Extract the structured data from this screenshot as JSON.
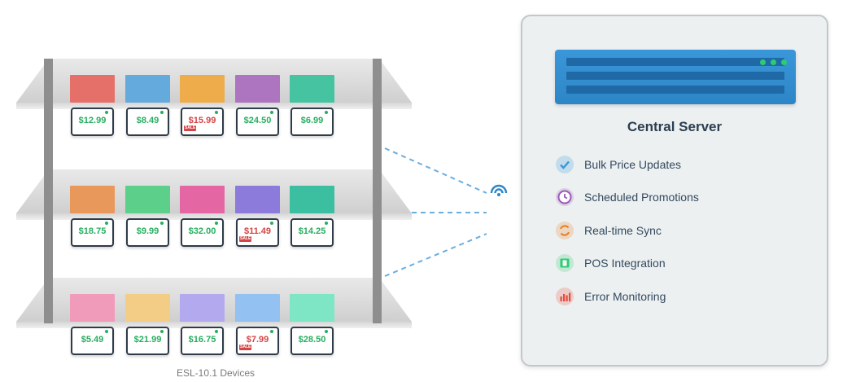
{
  "shelf": {
    "label": "ESL-10.1 Devices",
    "rows": [
      {
        "items": [
          {
            "price": "$12.99",
            "color": "#e5706a",
            "sale": false
          },
          {
            "price": "$8.49",
            "color": "#65aadc",
            "sale": false
          },
          {
            "price": "$15.99",
            "color": "#eeac4b",
            "sale": true
          },
          {
            "price": "$24.50",
            "color": "#ad75bf",
            "sale": false
          },
          {
            "price": "$6.99",
            "color": "#46c3a1",
            "sale": false
          }
        ]
      },
      {
        "items": [
          {
            "price": "$18.75",
            "color": "#e8985b",
            "sale": false
          },
          {
            "price": "$9.99",
            "color": "#5ccf8a",
            "sale": false
          },
          {
            "price": "$32.00",
            "color": "#e467a4",
            "sale": false
          },
          {
            "price": "$11.49",
            "color": "#8c7bdb",
            "sale": true
          },
          {
            "price": "$14.25",
            "color": "#3bbfa0",
            "sale": false
          }
        ]
      },
      {
        "items": [
          {
            "price": "$5.49",
            "color": "#f19bbb",
            "sale": false
          },
          {
            "price": "$21.99",
            "color": "#f3cd86",
            "sale": false
          },
          {
            "price": "$16.75",
            "color": "#b3a9ef",
            "sale": false
          },
          {
            "price": "$7.99",
            "color": "#93c1f1",
            "sale": true
          },
          {
            "price": "$28.50",
            "color": "#7fe6c5",
            "sale": false
          }
        ]
      }
    ],
    "sale_badge": "SALE",
    "price_color": "#27ae60",
    "sale_price_color": "#d64545"
  },
  "server": {
    "title": "Central Server",
    "features": [
      {
        "label": "Bulk Price Updates",
        "icon": "check-icon",
        "color": "#3498db"
      },
      {
        "label": "Scheduled Promotions",
        "icon": "clock-icon",
        "color": "#9b59b6"
      },
      {
        "label": "Real-time Sync",
        "icon": "sync-icon",
        "color": "#e67e22"
      },
      {
        "label": "POS Integration",
        "icon": "terminal-icon",
        "color": "#2ecc71"
      },
      {
        "label": "Error Monitoring",
        "icon": "chart-icon",
        "color": "#e74c3c"
      }
    ]
  },
  "link_color": "#6aaee0"
}
